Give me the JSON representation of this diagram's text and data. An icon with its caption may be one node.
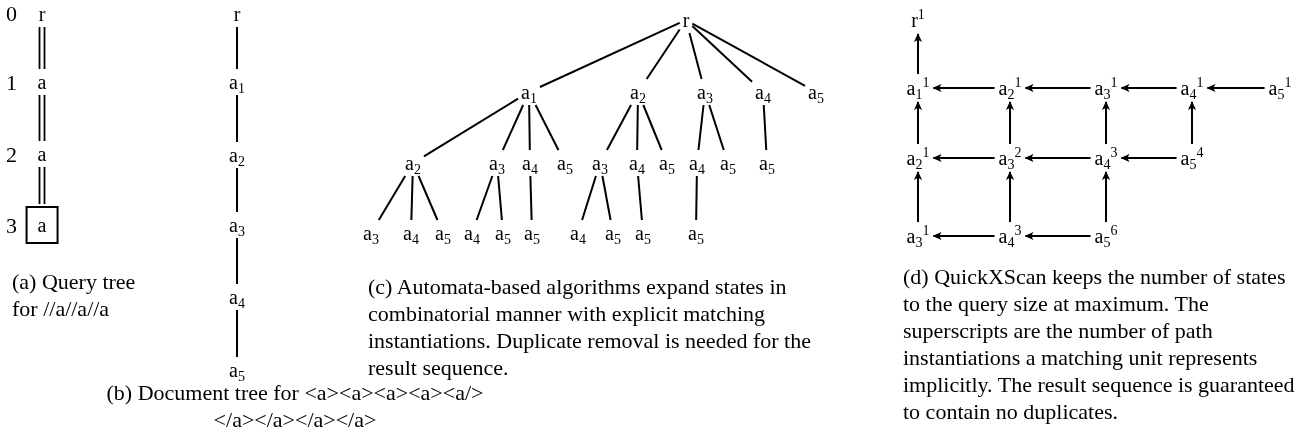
{
  "diagram": {
    "nodes": [
      {
        "text": [
          "r"
        ]
      },
      {
        "text": [
          "a"
        ]
      },
      {
        "text": [
          "a"
        ]
      },
      {
        "text": [
          "a"
        ]
      },
      {
        "text": [
          "r"
        ]
      },
      {
        "text": [
          "a$_{1}$"
        ]
      },
      {
        "text": [
          "a$_{2}$"
        ]
      },
      {
        "text": [
          "a$_{3}$"
        ]
      },
      {
        "text": [
          "a$_{4}$"
        ]
      },
      {
        "text": [
          "a$_{5}$"
        ]
      },
      {
        "text": [
          "r"
        ]
      },
      {
        "text": [
          "a$_{1}$"
        ]
      },
      {
        "text": [
          "a$_{2}$"
        ]
      },
      {
        "text": [
          "a$_{3}$"
        ]
      },
      {
        "text": [
          "a$_{4}$"
        ]
      },
      {
        "text": [
          "a$_{5}$"
        ]
      },
      {
        "text": [
          "a$_{2}$"
        ]
      },
      {
        "text": [
          "a$_{3}$"
        ]
      },
      {
        "text": [
          "a$_{4}$"
        ]
      },
      {
        "text": [
          "a$_{5}$"
        ]
      },
      {
        "text": [
          "a$_{3}$"
        ]
      },
      {
        "text": [
          "a$_{4}$"
        ]
      },
      {
        "text": [
          "a$_{5}$"
        ]
      },
      {
        "text": [
          "a$_{4}$"
        ]
      },
      {
        "text": [
          "a$_{5}$"
        ]
      },
      {
        "text": [
          "a$_{5}$"
        ]
      },
      {
        "text": [
          "a$_{3}$"
        ]
      },
      {
        "text": [
          "a$_{4}$"
        ]
      },
      {
        "text": [
          "a$_{5}$"
        ]
      },
      {
        "text": [
          "a$_{4}$"
        ]
      },
      {
        "text": [
          "a$_{5}$"
        ]
      },
      {
        "text": [
          "a$_{5}$"
        ]
      },
      {
        "text": [
          "a$_{4}$"
        ]
      },
      {
        "text": [
          "a$_{5}$"
        ]
      },
      {
        "text": [
          "a$_{5}$"
        ]
      },
      {
        "text": [
          "a$_{5}$"
        ]
      },
      {
        "text": [
          "r$^{1}$"
        ]
      },
      {
        "text": [
          "a$_{1}$$^{1}$"
        ]
      },
      {
        "text": [
          "a$_{2}$$^{1}$"
        ]
      },
      {
        "text": [
          "a$_{3}$$^{1}$"
        ]
      },
      {
        "text": [
          "a$_{4}$$^{1}$"
        ]
      },
      {
        "text": [
          "a$_{5}$$^{1}$"
        ]
      },
      {
        "text": [
          "a$_{2}$$^{1}$"
        ]
      },
      {
        "text": [
          "a$_{3}$$^{2}$"
        ]
      },
      {
        "text": [
          "a$_{4}$$^{3}$"
        ]
      },
      {
        "text": [
          "a$_{5}$$^{4}$"
        ]
      },
      {
        "text": [
          "a$_{3}$$^{1}$"
        ]
      },
      {
        "text": [
          "a$_{4}$$^{3}$"
        ]
      },
      {
        "text": [
          "a$_{5}$$^{6}$"
        ]
      }
    ],
    "edges": [
      {
        "from": 0,
        "to": 1,
        "arrow": "none"
      },
      {
        "from": 1,
        "to": 2,
        "arrow": "none"
      },
      {
        "from": 2,
        "to": 3,
        "arrow": "none"
      },
      {
        "from": 4,
        "to": 5,
        "arrow": "none"
      },
      {
        "from": 5,
        "to": 6,
        "arrow": "none"
      },
      {
        "from": 6,
        "to": 7,
        "arrow": "none"
      },
      {
        "from": 7,
        "to": 8,
        "arrow": "none"
      },
      {
        "from": 8,
        "to": 9,
        "arrow": "none"
      },
      {
        "from": 10,
        "to": 11,
        "arrow": "none"
      },
      {
        "from": 10,
        "to": 12,
        "arrow": "none"
      },
      {
        "from": 10,
        "to": 13,
        "arrow": "none"
      },
      {
        "from": 10,
        "to": 14,
        "arrow": "none"
      },
      {
        "from": 10,
        "to": 15,
        "arrow": "none"
      },
      {
        "from": 11,
        "to": 16,
        "arrow": "none"
      },
      {
        "from": 11,
        "to": 17,
        "arrow": "none"
      },
      {
        "from": 11,
        "to": 18,
        "arrow": "none"
      },
      {
        "from": 11,
        "to": 19,
        "arrow": "none"
      },
      {
        "from": 12,
        "to": 20,
        "arrow": "none"
      },
      {
        "from": 12,
        "to": 21,
        "arrow": "none"
      },
      {
        "from": 12,
        "to": 22,
        "arrow": "none"
      },
      {
        "from": 13,
        "to": 23,
        "arrow": "none"
      },
      {
        "from": 13,
        "to": 24,
        "arrow": "none"
      },
      {
        "from": 14,
        "to": 25,
        "arrow": "none"
      },
      {
        "from": 16,
        "to": 26,
        "arrow": "none"
      },
      {
        "from": 16,
        "to": 27,
        "arrow": "none"
      },
      {
        "from": 16,
        "to": 28,
        "arrow": "none"
      },
      {
        "from": 17,
        "to": 29,
        "arrow": "none"
      },
      {
        "from": 17,
        "to": 30,
        "arrow": "none"
      },
      {
        "from": 18,
        "to": 31,
        "arrow": "none"
      },
      {
        "from": 20,
        "to": 32,
        "arrow": "none"
      },
      {
        "from": 20,
        "to": 33,
        "arrow": "none"
      },
      {
        "from": 21,
        "to": 34,
        "arrow": "none"
      },
      {
        "from": 23,
        "to": 35,
        "arrow": "none"
      },
      {
        "from": 37,
        "to": 36,
        "arrow": "to"
      },
      {
        "from": 38,
        "to": 37,
        "arrow": "to"
      },
      {
        "from": 39,
        "to": 38,
        "arrow": "to"
      },
      {
        "from": 40,
        "to": 39,
        "arrow": "to"
      },
      {
        "from": 41,
        "to": 40,
        "arrow": "to"
      },
      {
        "from": 42,
        "to": 37,
        "arrow": "to"
      },
      {
        "from": 43,
        "to": 38,
        "arrow": "to"
      },
      {
        "from": 44,
        "to": 39,
        "arrow": "to"
      },
      {
        "from": 45,
        "to": 40,
        "arrow": "to"
      },
      {
        "from": 43,
        "to": 42,
        "arrow": "to"
      },
      {
        "from": 44,
        "to": 43,
        "arrow": "to"
      },
      {
        "from": 45,
        "to": 44,
        "arrow": "to"
      },
      {
        "from": 46,
        "to": 42,
        "arrow": "to"
      },
      {
        "from": 47,
        "to": 43,
        "arrow": "to"
      },
      {
        "from": 48,
        "to": 44,
        "arrow": "to"
      },
      {
        "from": 47,
        "to": 46,
        "arrow": "to"
      },
      {
        "from": 48,
        "to": 47,
        "arrow": "to"
      }
    ],
    "labels": [
      "0",
      "1",
      "2",
      "3",
      "(a) Query tree for //a//a//a",
      "(b) Document tree for <a><a><a><a><a/></a></a></a></a>",
      "(c) Automata-based algorithms expand states in combinatorial manner with explicit matching instantiations. Duplicate removal is needed for the result sequence.",
      "(d) QuickXScan keeps the number of states to the query size at maximum. The superscripts are the number of path instantiations a matching unit represents implicitly. The result sequence is guaranteed to contain no duplicates."
    ]
  }
}
